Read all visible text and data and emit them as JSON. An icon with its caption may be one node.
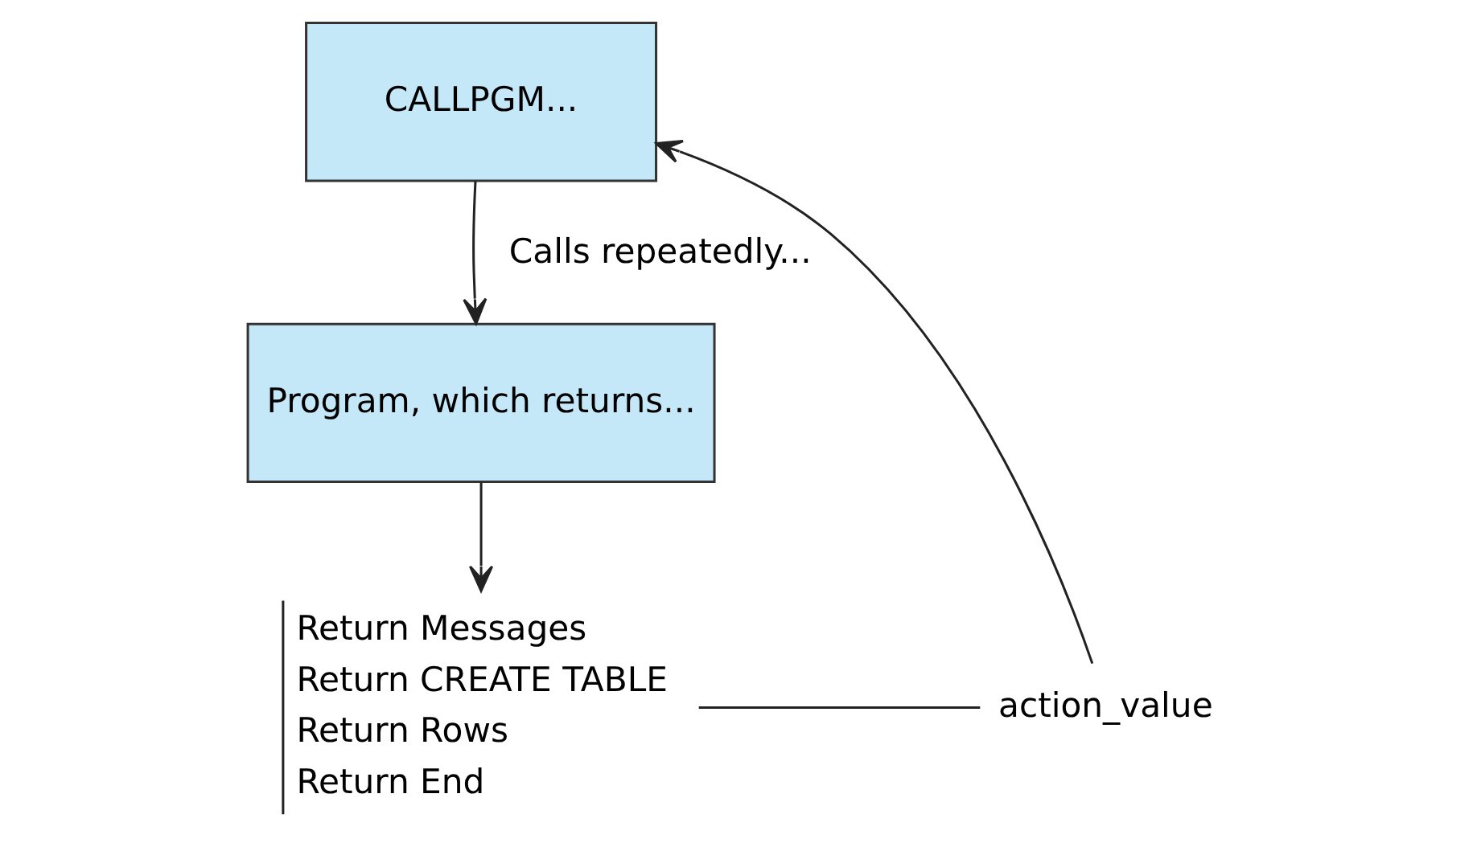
{
  "diagram": {
    "nodes": [
      {
        "text": [
          "CALLPGM..."
        ]
      },
      {
        "text": [
          "Program, which returns..."
        ]
      },
      {
        "text": [
          "Return Messages",
          "Return CREATE TABLE",
          "Return Rows",
          "Return End"
        ]
      },
      {
        "text": [
          "action_value"
        ]
      }
    ],
    "edges": [
      {
        "from": 0,
        "to": 1,
        "arrow": "to",
        "label": "Calls repeatedly..."
      },
      {
        "from": 1,
        "to": 2,
        "arrow": "to"
      },
      {
        "from": 2,
        "to": 3,
        "arrow": "none"
      },
      {
        "from": 3,
        "to": 0,
        "arrow": "to"
      }
    ]
  }
}
